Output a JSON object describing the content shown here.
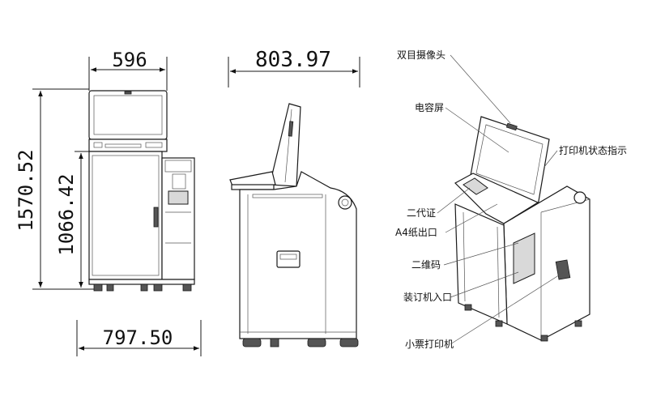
{
  "dimensions": {
    "front_width": "596",
    "front_height_total": "1570.52",
    "front_height_counter": "1066.42",
    "front_depth": "797.50",
    "side_width": "803.97"
  },
  "callouts": [
    {
      "key": "camera",
      "label": "双目摄像头"
    },
    {
      "key": "touchscreen",
      "label": "电容屏"
    },
    {
      "key": "printer-status",
      "label": "打印机状态指示"
    },
    {
      "key": "id-card",
      "label": "二代证"
    },
    {
      "key": "a4-output",
      "label": "A4纸出口"
    },
    {
      "key": "qr-code",
      "label": "二维码"
    },
    {
      "key": "binding-entry",
      "label": "装订机入口"
    },
    {
      "key": "receipt-printer",
      "label": "小票打印机"
    }
  ]
}
